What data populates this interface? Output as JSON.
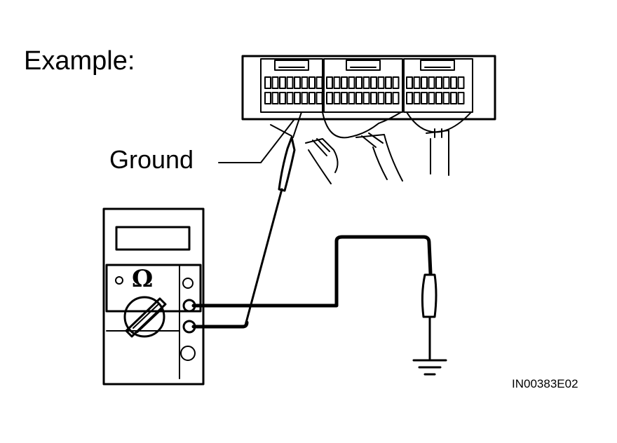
{
  "labels": {
    "example": "Example:",
    "ground": "Ground",
    "figure_code": "IN00383E02",
    "ohm_symbol": "Ω"
  },
  "icons": {
    "meter": "multimeter-icon",
    "ground": "ground-symbol-icon",
    "connector": "ecu-connector-icon",
    "probe": "test-probe-icon"
  },
  "colors": {
    "ink": "#000000",
    "paper": "#ffffff"
  }
}
